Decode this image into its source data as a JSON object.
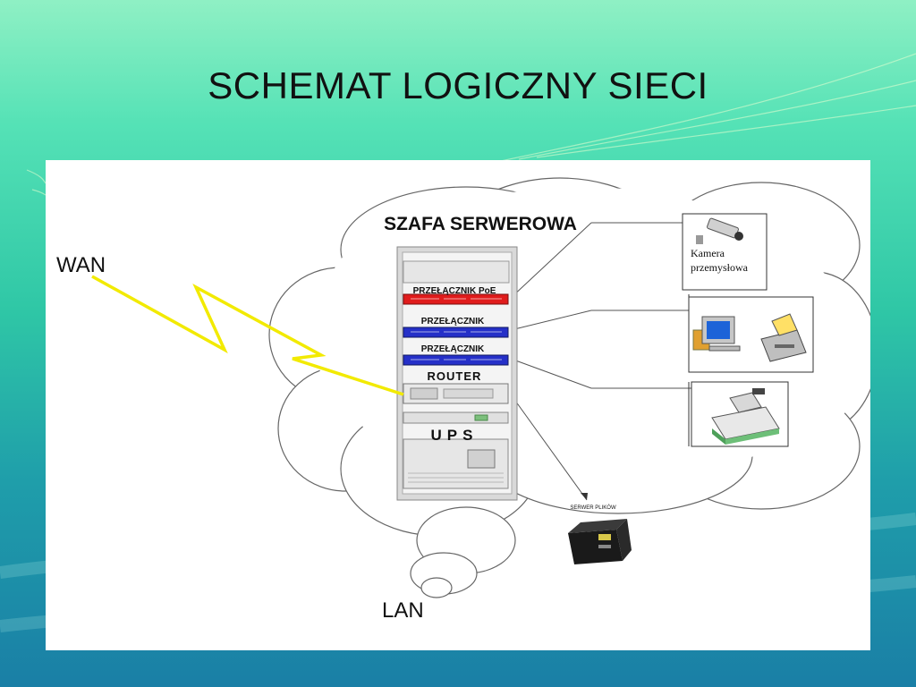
{
  "slide": {
    "title": "SCHEMAT LOGICZNY SIECI"
  },
  "diagram": {
    "wan_label": "WAN",
    "lan_label": "LAN",
    "cabinet_label": "SZAFA SERWEROWA",
    "units": {
      "switch_poe": "PRZEŁĄCZNIK PoE",
      "switch_1": "PRZEŁĄCZNIK",
      "switch_2": "PRZEŁĄCZNIK",
      "router": "ROUTER",
      "ups": "UPS"
    },
    "camera_label_line1": "Kamera",
    "camera_label_line2": "przemysłowa",
    "file_server_label": "SERWER PLIKÓW",
    "colors": {
      "wan_link": "#f2ea00",
      "switch_poe": "#e01c1c",
      "switch": "#2530c8",
      "cloud_outline": "#666666"
    }
  }
}
